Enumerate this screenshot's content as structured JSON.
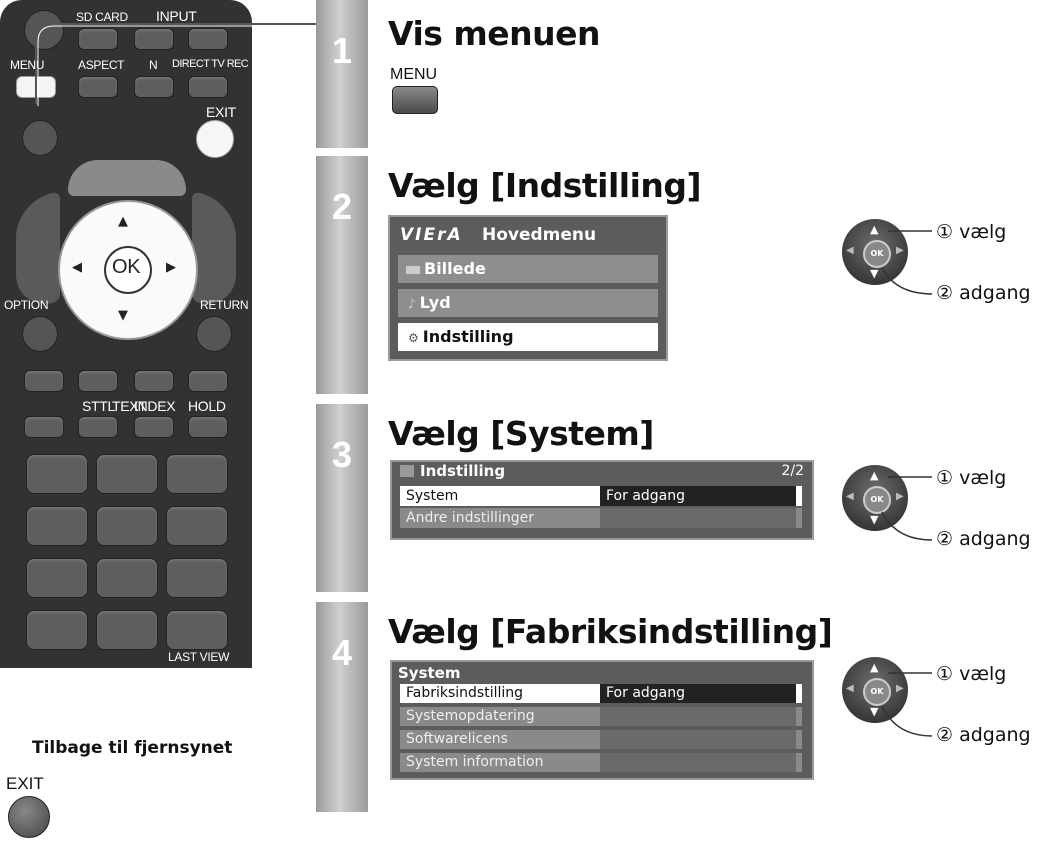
{
  "remote": {
    "labels": {
      "sd_card": "SD CARD",
      "input": "INPUT",
      "menu": "MENU",
      "aspect": "ASPECT",
      "n": "N",
      "direct_tv_rec": "DIRECT TV REC",
      "exit": "EXIT",
      "ok": "OK",
      "option": "OPTION",
      "return": "RETURN",
      "sttl": "STTL",
      "text": "TEXT",
      "index": "INDEX",
      "hold": "HOLD",
      "last_view": "LAST VIEW"
    }
  },
  "back": {
    "title": "Tilbage til fjernsynet",
    "exit_label": "EXIT"
  },
  "steps": [
    {
      "number": "1",
      "heading": "Vis menuen",
      "button_label": "MENU"
    },
    {
      "number": "2",
      "heading": "Vælg [Indstilling]"
    },
    {
      "number": "3",
      "heading": "Vælg [System]"
    },
    {
      "number": "4",
      "heading": "Vælg [Fabriksindstilling]"
    }
  ],
  "main_menu": {
    "logo": "VIErA",
    "title": "Hovedmenu",
    "items": [
      "Billede",
      "Lyd",
      "Indstilling"
    ]
  },
  "setup_menu": {
    "title": "Indstilling",
    "page": "2/2",
    "rows": [
      {
        "label": "System",
        "value": "For adgang"
      },
      {
        "label": "Andre indstillinger",
        "value": ""
      }
    ]
  },
  "system_menu": {
    "title": "System",
    "rows": [
      {
        "label": "Fabriksindstilling",
        "value": "For adgang"
      },
      {
        "label": "Systemopdatering",
        "value": ""
      },
      {
        "label": "Softwarelicens",
        "value": ""
      },
      {
        "label": "System information",
        "value": ""
      }
    ]
  },
  "nav": {
    "select": "① vælg",
    "access": "② adgang",
    "ok": "OK"
  }
}
